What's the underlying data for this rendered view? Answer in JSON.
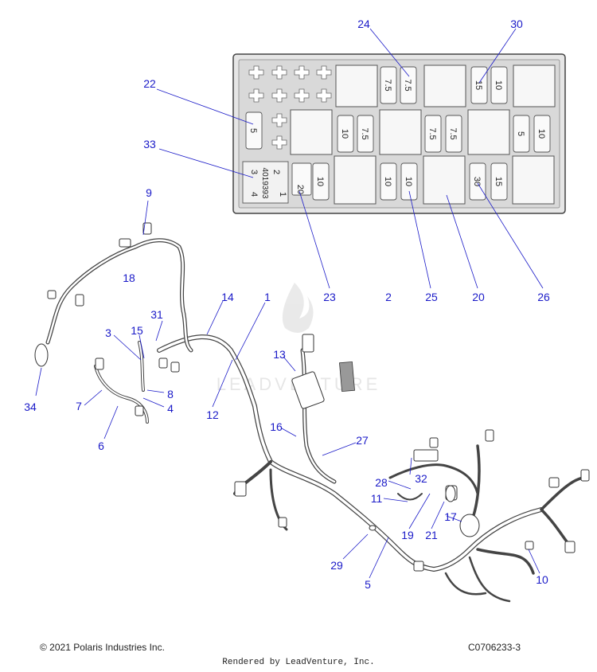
{
  "callouts": [
    {
      "id": "c24",
      "text": "24"
    },
    {
      "id": "c30",
      "text": "30"
    },
    {
      "id": "c22",
      "text": "22"
    },
    {
      "id": "c33",
      "text": "33"
    },
    {
      "id": "c9",
      "text": "9"
    },
    {
      "id": "c18",
      "text": "18"
    },
    {
      "id": "c23",
      "text": "23"
    },
    {
      "id": "c25",
      "text": "25"
    },
    {
      "id": "c20",
      "text": "20"
    },
    {
      "id": "c26",
      "text": "26"
    },
    {
      "id": "c14",
      "text": "14"
    },
    {
      "id": "c1",
      "text": "1"
    },
    {
      "id": "c2",
      "text": "2"
    },
    {
      "id": "c31",
      "text": "31"
    },
    {
      "id": "c3",
      "text": "3"
    },
    {
      "id": "c15",
      "text": "15"
    },
    {
      "id": "c13",
      "text": "13"
    },
    {
      "id": "c8",
      "text": "8"
    },
    {
      "id": "c4",
      "text": "4"
    },
    {
      "id": "c7",
      "text": "7"
    },
    {
      "id": "c34",
      "text": "34"
    },
    {
      "id": "c12",
      "text": "12"
    },
    {
      "id": "c6",
      "text": "6"
    },
    {
      "id": "c16",
      "text": "16"
    },
    {
      "id": "c27",
      "text": "27"
    },
    {
      "id": "c32",
      "text": "32"
    },
    {
      "id": "c28",
      "text": "28"
    },
    {
      "id": "c11",
      "text": "11"
    },
    {
      "id": "c17",
      "text": "17"
    },
    {
      "id": "c19",
      "text": "19"
    },
    {
      "id": "c21",
      "text": "21"
    },
    {
      "id": "c29",
      "text": "29"
    },
    {
      "id": "c5",
      "text": "5"
    },
    {
      "id": "c10",
      "text": "10"
    }
  ],
  "fuse_box": {
    "fuse_ratings": [
      "7.5",
      "7.5",
      "15",
      "10",
      "5",
      "10",
      "7.5",
      "7.5",
      "7.5",
      "5",
      "10",
      "10",
      "10",
      "10",
      "30",
      "15",
      "20"
    ],
    "label_numbers": [
      "2",
      "1",
      "3",
      "4"
    ],
    "label_part": "4019393"
  },
  "watermark": "LEADVENTURE",
  "footer": {
    "copyright": "© 2021 Polaris Industries Inc.",
    "diagram_code": "C0706233-3",
    "rendered_by": "Rendered by LeadVenture, Inc."
  }
}
